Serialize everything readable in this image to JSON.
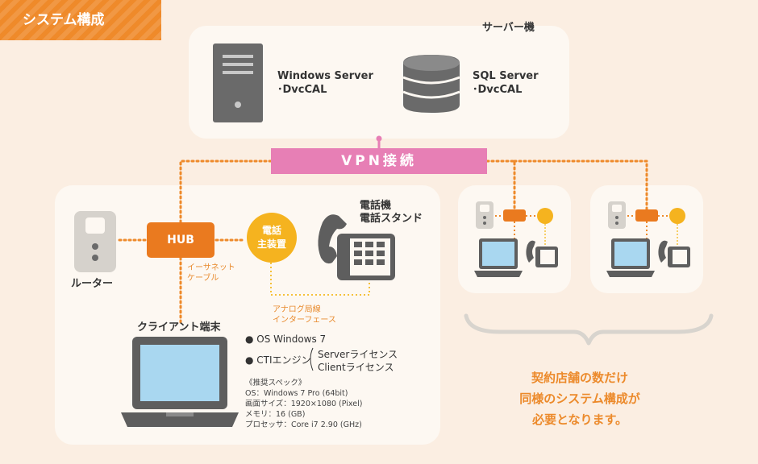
{
  "section_badge": "システム構成",
  "server_area": {
    "title": "サーバー機",
    "windows_server": {
      "line1": "Windows Server",
      "line2": "･DvcCAL"
    },
    "sql_server": {
      "line1": "SQL Server",
      "line2": "･DvcCAL"
    }
  },
  "vpn_label": "VPN接続",
  "store": {
    "router_label": "ルーター",
    "hub_label": "HUB",
    "ethernet_label": {
      "line1": "イーサネット",
      "line2": "ケーブル"
    },
    "main_unit": {
      "line1": "電話",
      "line2": "主装置"
    },
    "phone_label": {
      "line1": "電話機",
      "line2": "電話スタンド"
    },
    "analog_label": {
      "line1": "アナログ局線",
      "line2": "インターフェース"
    },
    "client_label": "クライアント端末",
    "os": "OS Windows 7",
    "cti_label": "CTIエンジン",
    "cti_licenses": [
      "Serverライセンス",
      "Clientライセンス"
    ],
    "recommended": {
      "title": "《推奨スペック》",
      "lines": [
        "OS：Windows 7 Pro (64bit)",
        "画面サイズ：1920×1080 (Pixel)",
        "メモリ：16 (GB)",
        "プロセッサ：Core i7 2.90 (GHz)"
      ]
    }
  },
  "footer_message": [
    "契約店舗の数だけ",
    "同様のシステム構成が",
    "必要となります。"
  ],
  "colors": {
    "background": "#fbeee2",
    "panel": "#fdf8f2",
    "accent_orange": "#ea7a1f",
    "vpn_pink": "#e77fb5",
    "main_unit_yellow": "#f5b31f",
    "device_gray": "#6a6a6a"
  }
}
